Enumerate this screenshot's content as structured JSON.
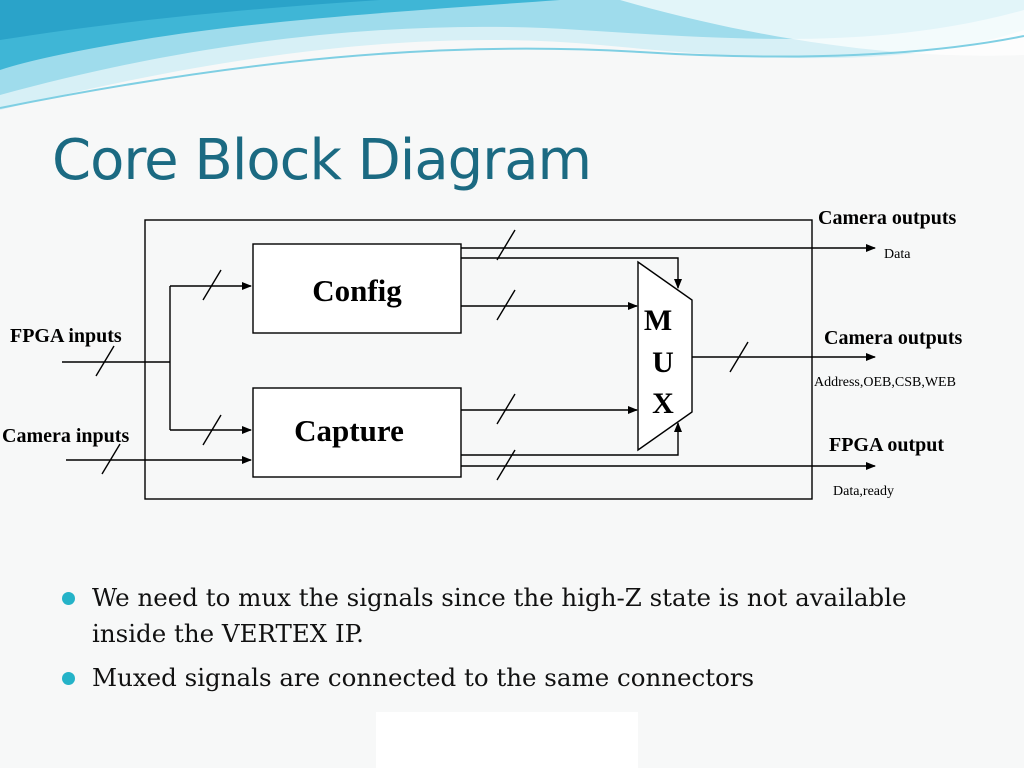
{
  "title": "Core Block Diagram",
  "diagram": {
    "blocks": {
      "config": "Config",
      "capture": "Capture",
      "mux": [
        "M",
        "U",
        "X"
      ]
    },
    "labels": {
      "fpga_inputs": "FPGA inputs",
      "camera_inputs": "Camera inputs",
      "camera_outputs_1": "Camera outputs",
      "camera_outputs_1_sub": "Data",
      "camera_outputs_2": "Camera outputs",
      "camera_outputs_2_sub": "Address,OEB,CSB,WEB",
      "fpga_output": "FPGA output",
      "fpga_output_sub": "Data,ready"
    }
  },
  "bullets": [
    "We need to mux the signals since the high-Z state is not available inside the VERTEX IP.",
    "Muxed signals are connected to the same connectors"
  ],
  "colors": {
    "title": "#1b6a82",
    "bullet": "#25b3c8",
    "wave_dark": "#3fb6d6",
    "wave_light": "#bfe8f2"
  }
}
